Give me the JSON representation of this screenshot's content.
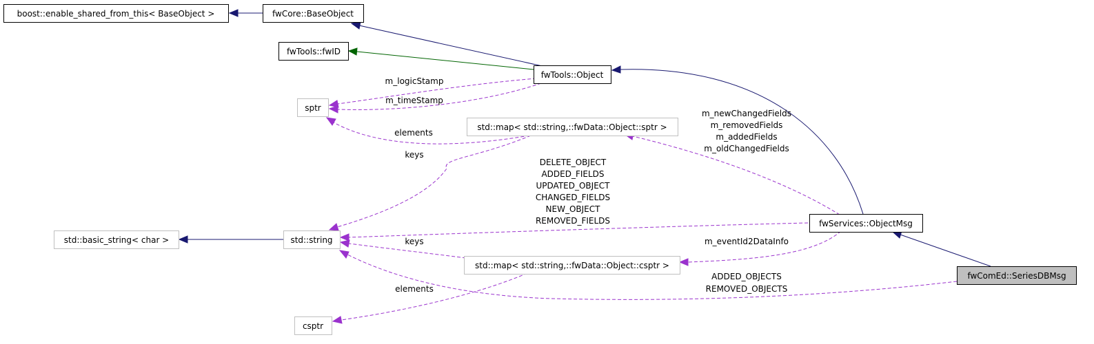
{
  "nodes": {
    "enable_shared": "boost::enable_shared_from_this< BaseObject >",
    "base_object": "fwCore::BaseObject",
    "fwid": "fwTools::fwID",
    "object": "fwTools::Object",
    "sptr": "sptr",
    "map_sptr": "std::map< std::string,::fwData::Object::sptr >",
    "basic_string": "std::basic_string< char >",
    "std_string": "std::string",
    "object_msg": "fwServices::ObjectMsg",
    "map_csptr": "std::map< std::string,::fwData::Object::csptr >",
    "series_db_msg": "fwComEd::SeriesDBMsg",
    "csptr": "csptr"
  },
  "labels": {
    "logic_stamp": "m_logicStamp",
    "time_stamp": "m_timeStamp",
    "elements_sptr": "elements",
    "keys_sptr": "keys",
    "fields": [
      "m_newChangedFields",
      "m_removedFields",
      "m_addedFields",
      "m_oldChangedFields"
    ],
    "events": [
      "DELETE_OBJECT",
      "ADDED_FIELDS",
      "UPDATED_OBJECT",
      "CHANGED_FIELDS",
      "NEW_OBJECT",
      "REMOVED_FIELDS"
    ],
    "keys_csptr": "keys",
    "event_info": "m_eventId2DataInfo",
    "elements_csptr": "elements",
    "objects": [
      "ADDED_OBJECTS",
      "REMOVED_OBJECTS"
    ]
  },
  "colors": {
    "inheritance": "#191970",
    "inheritance_green": "#006400",
    "usage": "#9a32cd",
    "focus_fill": "#bfbfbf"
  }
}
